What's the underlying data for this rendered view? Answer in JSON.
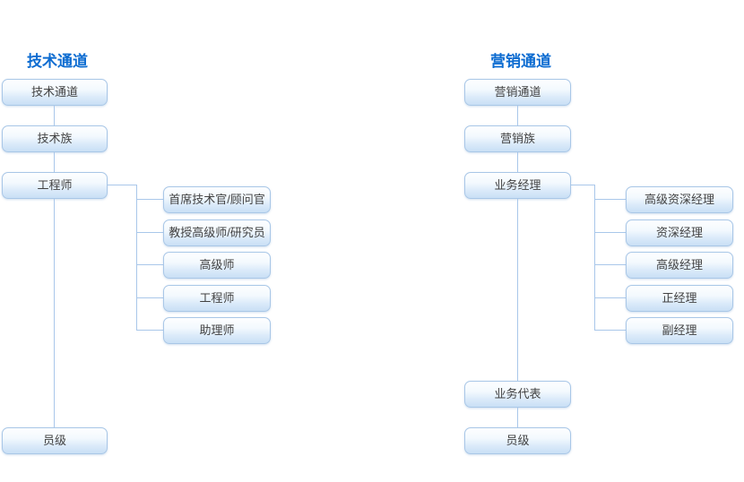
{
  "page": {
    "background": "#ffffff"
  },
  "colors": {
    "title_text": "#0d6cd1",
    "node_border": "#a9c7e7",
    "node_fill_top": "#fdfeff",
    "node_fill_bottom": "#c9dff5",
    "node_text": "#424242",
    "connector": "#a9c7ea"
  },
  "trees": [
    {
      "title": "技术通道",
      "main_nodes": [
        "技术通道",
        "技术族",
        "工程师",
        "员级"
      ],
      "branch_parent": "工程师",
      "branch_nodes": [
        "首席技术官/顾问官",
        "教授高级师/研究员",
        "高级师",
        "工程师",
        "助理师"
      ]
    },
    {
      "title": "营销通道",
      "main_nodes": [
        "营销通道",
        "营销族",
        "业务经理",
        "业务代表",
        "员级"
      ],
      "branch_parent": "业务经理",
      "branch_nodes": [
        "高级资深经理",
        "资深经理",
        "高级经理",
        "正经理",
        "副经理"
      ]
    }
  ]
}
